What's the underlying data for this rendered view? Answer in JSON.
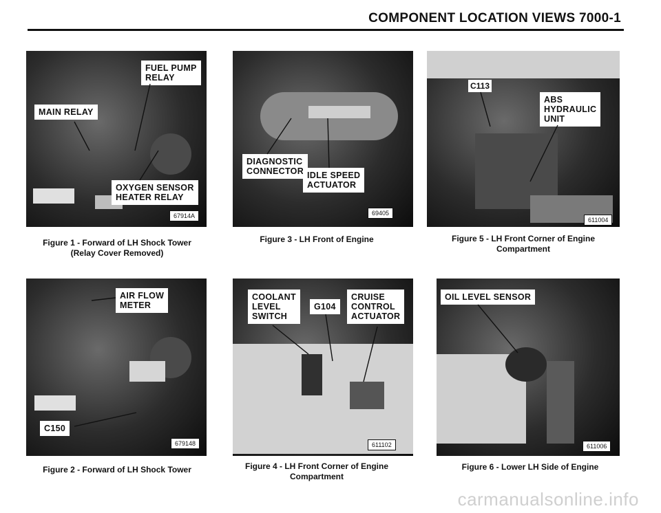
{
  "header": {
    "title": "COMPONENT LOCATION VIEWS    7000-1"
  },
  "figures": [
    {
      "photo_code": "67914A",
      "labels": [
        "FUEL PUMP\nRELAY",
        "MAIN RELAY",
        "OXYGEN SENSOR\nHEATER RELAY"
      ],
      "caption": [
        "Figure 1 - Forward of LH Shock Tower",
        "(Relay Cover Removed)"
      ]
    },
    {
      "photo_code": "679148",
      "labels": [
        "AIR FLOW\nMETER",
        "C150"
      ],
      "caption": [
        "Figure 2 - Forward of LH Shock Tower"
      ]
    },
    {
      "photo_code": "69405",
      "labels": [
        "DIAGNOSTIC\nCONNECTOR",
        "IDLE SPEED\nACTUATOR"
      ],
      "caption": [
        "Figure 3 - LH Front of Engine"
      ]
    },
    {
      "photo_code": "611102",
      "labels": [
        "COOLANT\nLEVEL\nSWITCH",
        "G104",
        "CRUISE\nCONTROL\nACTUATOR"
      ],
      "caption": [
        "Figure 4 - LH Front Corner of Engine",
        "Compartment"
      ]
    },
    {
      "photo_code": "611004",
      "labels": [
        "C113",
        "ABS\nHYDRAULIC\nUNIT"
      ],
      "caption": [
        "Figure 5 - LH Front Corner of Engine",
        "Compartment"
      ]
    },
    {
      "photo_code": "611006",
      "labels": [
        "OIL LEVEL SENSOR"
      ],
      "caption": [
        "Figure 6 - Lower LH Side of Engine"
      ]
    }
  ],
  "watermark": "carmanualsonline.info"
}
